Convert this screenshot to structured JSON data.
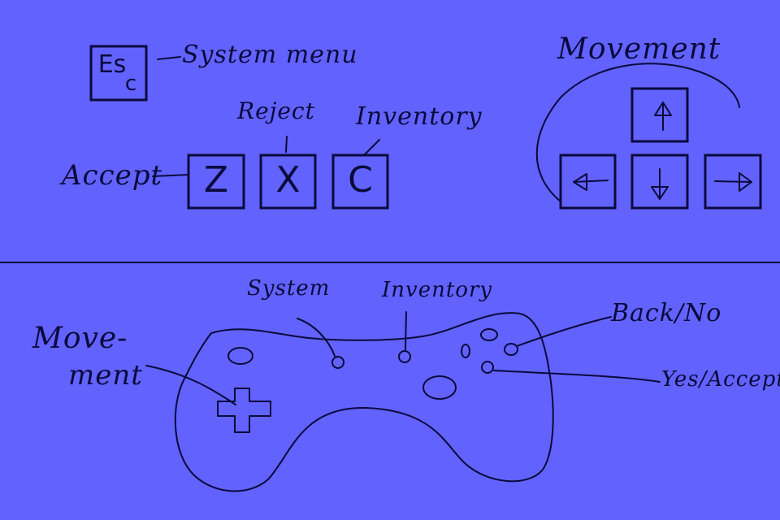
{
  "keyboard": {
    "system_menu_label": "System menu",
    "accept_label": "Accept",
    "reject_label": "Reject",
    "inventory_label": "Inventory",
    "movement_label": "Movement",
    "keys": {
      "esc_top": "Es",
      "esc_bottom": "c",
      "z": "Z",
      "x": "X",
      "c": "C"
    }
  },
  "gamepad": {
    "movement_label_line1": "Move-",
    "movement_label_line2": "ment",
    "system_label": "System",
    "inventory_label": "Inventory",
    "back_label": "Back/No",
    "yes_label": "Yes/Accept"
  },
  "colors": {
    "background": "#6262ff",
    "ink": "#0a0a3c"
  }
}
